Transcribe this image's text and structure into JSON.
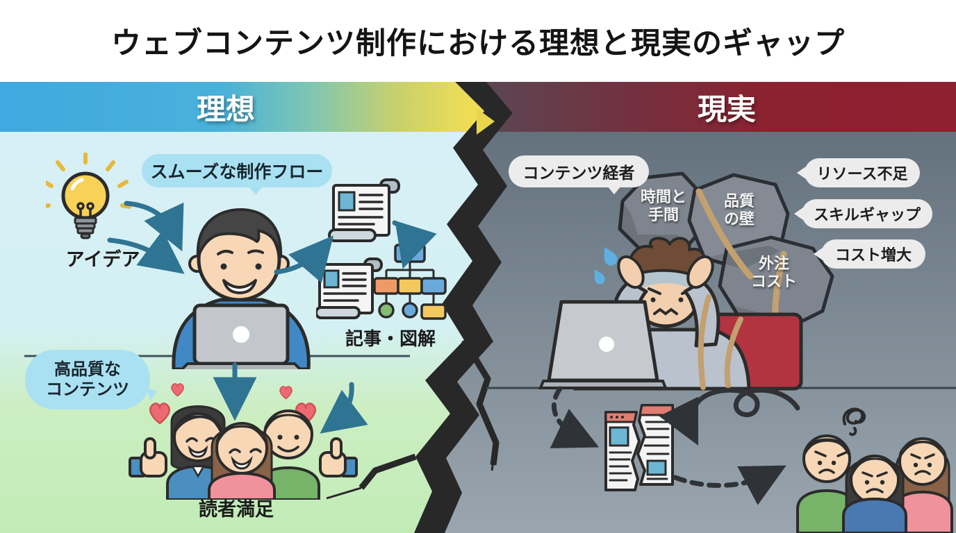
{
  "title": "ウェブコンテンツ制作における理想と現実のギャップ",
  "ideal": {
    "header": "理想",
    "flow_bubble": "スムーズな制作フロー",
    "idea_label": "アイデア",
    "article_label": "記事・図解",
    "quality_bubble": "高品質な\nコンテンツ",
    "reader_label": "読者満足"
  },
  "reality": {
    "header": "現実",
    "manager_bubble": "コンテンツ経者",
    "rock_time": "時間と\n手間",
    "rock_quality": "品質\nの壁",
    "rock_outsourcing": "外注\nコスト",
    "resource_bubble": "リソース不足",
    "skill_bubble": "スキルギャップ",
    "cost_bubble": "コスト増大"
  },
  "colors": {
    "ideal_header_gradient": [
      "#3fa9e0",
      "#7fc6b2",
      "#eedd55"
    ],
    "reality_header_gradient": [
      "#534e58",
      "#8e2030"
    ],
    "ideal_bg_top": "#d8f0f9",
    "ideal_bg_bottom": "#c2ecb6",
    "reality_bg_top": "#5d6b77",
    "reality_bg_bottom": "#9aa6af",
    "crack": "#282828",
    "ideal_bubble": "#aae1f2",
    "reality_bubble": "#ececec",
    "ideal_arrow": "#2f7492",
    "reality_arrow": "#2f3236",
    "heart": "#ec6a72",
    "rock": "#7e858e",
    "rope": "#c3a06f",
    "chair": "#b23440"
  },
  "icons": [
    "lightbulb-icon",
    "creator-at-laptop-icon",
    "scroll-document-icon",
    "flowchart-icon",
    "happy-readers-icon",
    "heart-icon",
    "thumbs-up-icon",
    "stressed-creator-icon",
    "burden-rocks-icon",
    "broken-page-icon",
    "angry-readers-icon",
    "crack-divider",
    "curved-arrow-icon",
    "dashed-arrow-icon",
    "tangled-scribble-icon",
    "sweat-drop-icon"
  ]
}
